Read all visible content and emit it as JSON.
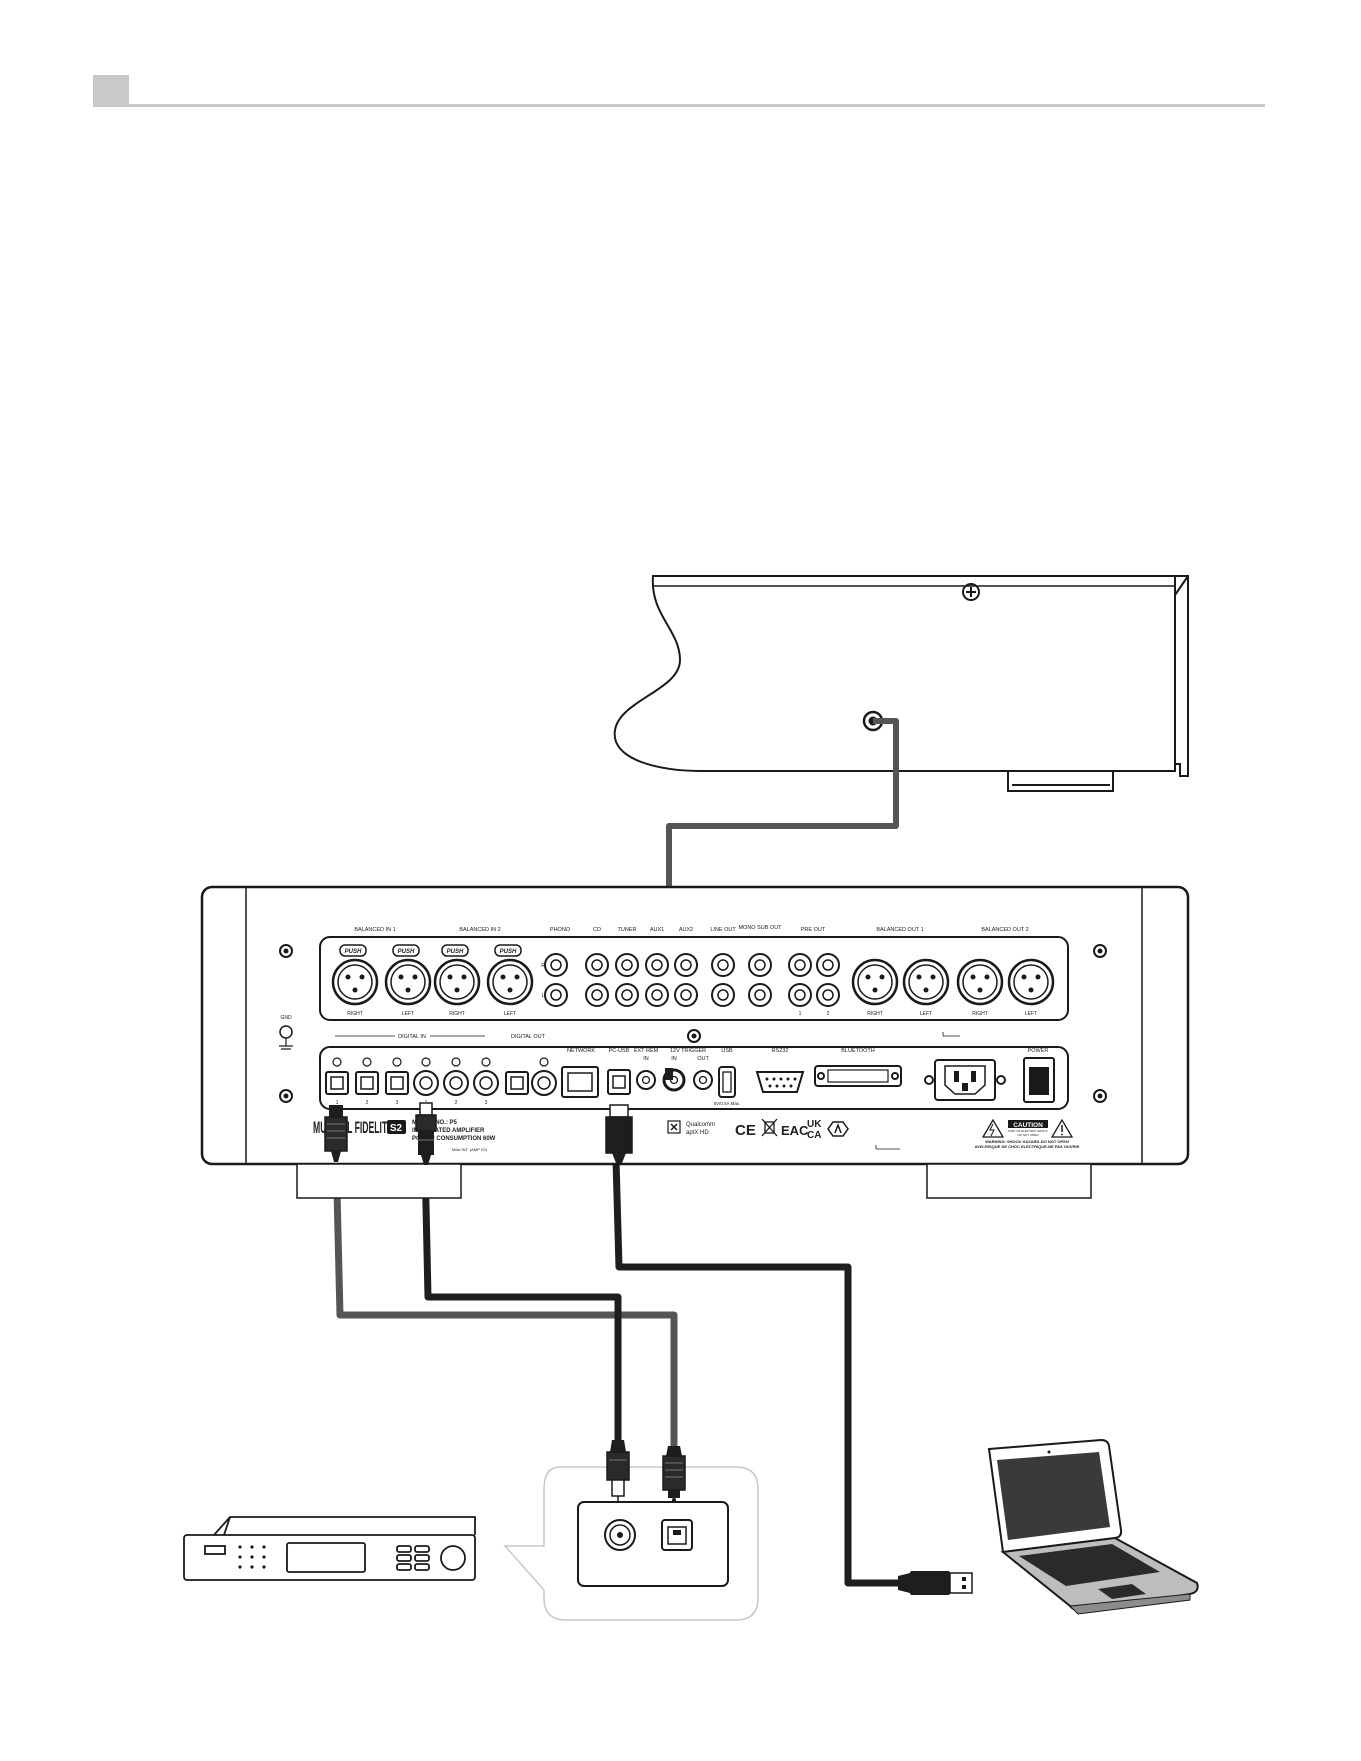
{
  "rear_panel": {
    "top_row_labels": {
      "balanced_in_1": "BALANCED IN 1",
      "balanced_in_2": "BALANCED IN 2",
      "phono": "PHONO",
      "cd": "CD",
      "tuner": "TUNER",
      "aux1": "AUX1",
      "aux2": "AUX2",
      "line_out": "LINE OUT",
      "mono_sub_out": "MONO SUB OUT",
      "pre_out": "PRE OUT",
      "balanced_out_1": "BALANCED OUT 1",
      "balanced_out_2": "BALANCED OUT 2"
    },
    "push": "PUSH",
    "channel": {
      "right": "RIGHT",
      "left": "LEFT",
      "r": "R",
      "l": "L",
      "one": "1",
      "two": "2"
    },
    "gnd": "GND",
    "bottom_row_labels": {
      "digital_in": "DIGITAL IN",
      "digital_out": "DIGITAL OUT",
      "network": "NETWORK",
      "pc_usb": "PC-USB",
      "ext_rem": "EXT REM",
      "ext_rem_in": "IN",
      "trigger": "12V TRIGGER",
      "trigger_in": "IN",
      "trigger_out": "OUT",
      "usb": "USB",
      "usb_note": "5V/0.5A Max.",
      "rs232": "RS232",
      "bluetooth": "BLUETOOTH",
      "power": "POWER"
    },
    "digital_in_numbers": [
      "1",
      "2",
      "3",
      "1",
      "2",
      "3"
    ],
    "brand": "MUSICAL FIDELITY",
    "model_badge": "S2",
    "model_text": "M6si INT. (AMP S2)",
    "product_line_1": "MODEL NO.: P5",
    "product_line_2": "INTEGRATED AMPLIFIER",
    "product_line_3": "POWER CONSUMPTION 60W",
    "qualcomm_1": "Qualcomm",
    "qualcomm_2": "aptX HD",
    "cert_ce": "CE",
    "cert_eac": "EAC",
    "cert_uk": "UK",
    "cert_ca": "CA",
    "caution": "CAUTION",
    "caution_sub_1": "RISK OF ELECTRIC SHOCK",
    "caution_sub_2": "DO NOT OPEN",
    "warning_1": "WARNING: SHOCK HAZARD-DO NOT OPEN",
    "warning_2": "AVIS:RISQUE DE CHOC ELECTRIQUE-NE PAS OUVRIR"
  },
  "colors": {
    "cable_dark": "#1e1e1e",
    "cable_gray": "#555555",
    "header_gray": "#c9c9c9",
    "outline": "#1a1a1a"
  }
}
